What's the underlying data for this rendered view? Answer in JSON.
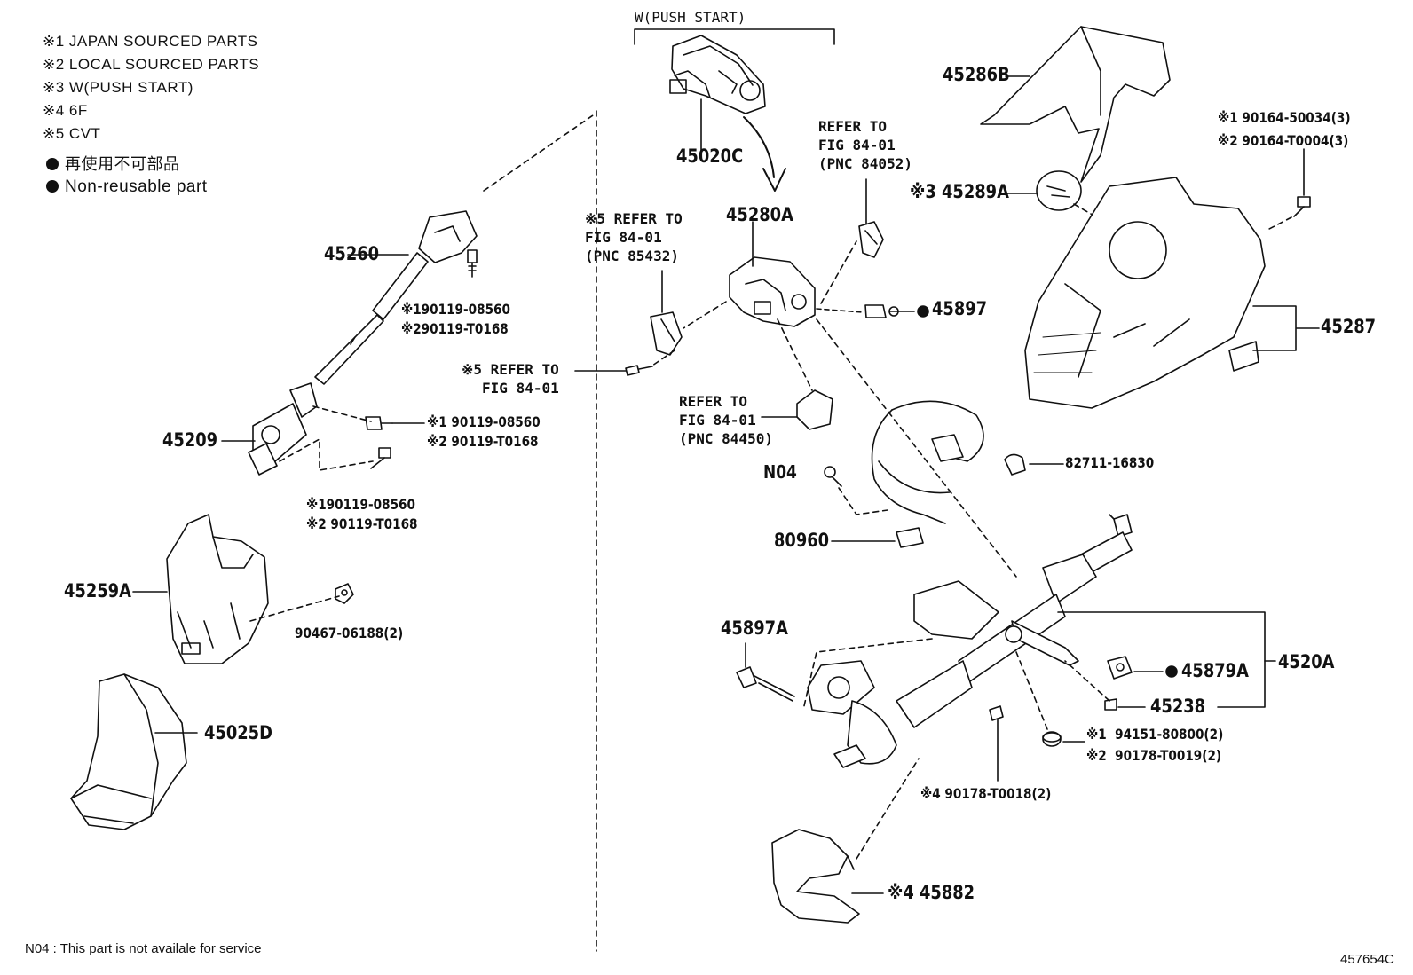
{
  "legend": {
    "n1": "※1 JAPAN SOURCED PARTS",
    "n2": "※2 LOCAL SOURCED PARTS",
    "n3": "※3 W(PUSH START)",
    "n4": "※4 6F",
    "n5": "※5 CVT",
    "nr_jp": "再使用不可部品",
    "nr_en": "Non-reusable part"
  },
  "labels": {
    "push_start": "W(PUSH START)",
    "p45020C": "45020C",
    "p45280A": "45280A",
    "ref_84052": "REFER TO\nFIG 84-01\n(PNC 84052)",
    "ref_85432": "※5 REFER TO\nFIG 84-01\n(PNC 85432)",
    "ref_cvt": "※5 REFER TO\nFIG 84-01",
    "ref_84450": "REFER TO\nFIG 84-01\n(PNC 84450)",
    "p45897": "45897",
    "p45260": "45260",
    "bolt_a": "※190119-08560\n※290119-T0168",
    "p45209": "45209",
    "bolt_b": "※1 90119-08560\n※2 90119-T0168",
    "bolt_c": "※190119-08560\n※2 90119-T0168",
    "p45259A": "45259A",
    "p90467": "90467-06188(2)",
    "p45025D": "45025D",
    "p45286B": "45286B",
    "screws": "※1 90164-50034(3)\n※2 90164-T0004(3)",
    "p45289A": "※3 45289A",
    "p45287": "45287",
    "p82711": "82711-16830",
    "pN04": "N04",
    "p80960": "80960",
    "p45897A": "45897A",
    "p45879A": "45879A",
    "p4520A": "4520A",
    "p45238": "45238",
    "nuts": "※1  94151-80800(2)\n※2  90178-T0019(2)",
    "p90178": "※4 90178-T0018(2)",
    "p45882": "※4 45882"
  },
  "footer": {
    "note": "N04 : This part is not availale for service",
    "code": "457654C"
  }
}
